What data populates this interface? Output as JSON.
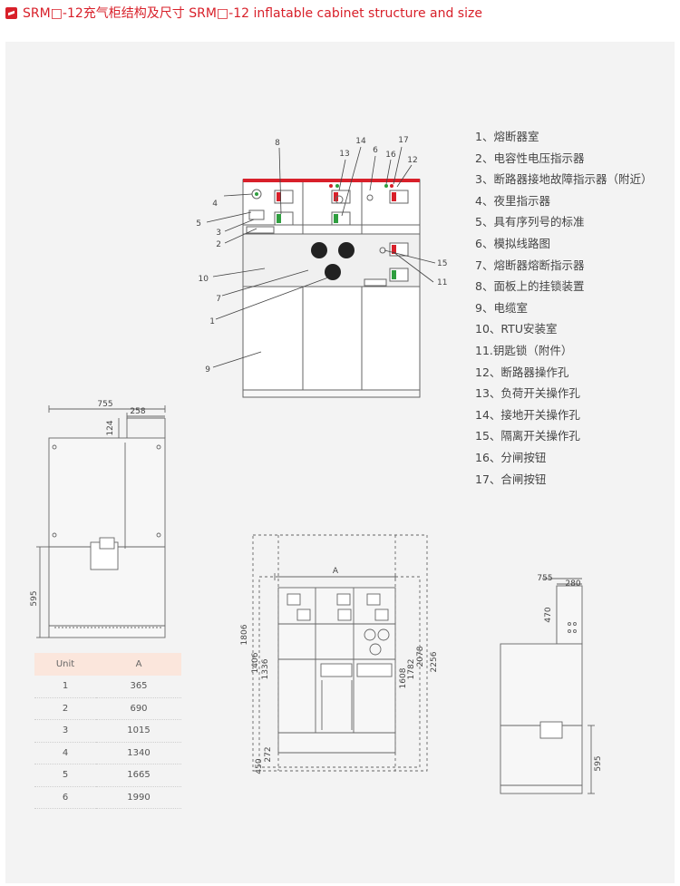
{
  "header": {
    "title": "SRM□-12充气柜结构及尺寸 SRM□-12 inflatable cabinet structure and size"
  },
  "legend": [
    "1、熔断器室",
    "2、电容性电压指示器",
    "3、断路器接地故障指示器（附近）",
    "4、夜里指示器",
    "5、具有序列号的标准",
    "6、模拟线路图",
    "7、熔断器熔断指示器",
    "8、面板上的挂锁装置",
    "9、电缆室",
    "10、RTU安装室",
    "11.钥匙锁（附件）",
    "12、断路器操作孔",
    "13、负荷开关操作孔",
    "14、接地开关操作孔",
    "15、隔离开关操作孔",
    "16、分闸按钮",
    "17、合闸按钮"
  ],
  "front_callouts": {
    "n1": "1",
    "n2": "2",
    "n3": "3",
    "n4": "4",
    "n5": "5",
    "n6": "6",
    "n7": "7",
    "n8": "8",
    "n9": "9",
    "n10": "10",
    "n11": "11",
    "n12": "12",
    "n13": "13",
    "n14": "14",
    "n15": "15",
    "n16": "16",
    "n17": "17"
  },
  "side_left_dims": {
    "width": "755",
    "top_width": "258",
    "top_height": "124",
    "bottom_height": "595"
  },
  "front_dims": {
    "a_label": "A",
    "d1806": "1806",
    "d1406": "1406",
    "d1336": "1336",
    "d450": "450",
    "d272": "272",
    "d1608": "1608",
    "d1782": "1782",
    "d2078": "2078",
    "d2256": "2256"
  },
  "side_right_dims": {
    "width": "755",
    "top_width": "280",
    "top_height": "470",
    "bottom_height": "595"
  },
  "unit_table": {
    "headers": [
      "Unit",
      "A"
    ],
    "rows": [
      [
        "1",
        "365"
      ],
      [
        "2",
        "690"
      ],
      [
        "3",
        "1015"
      ],
      [
        "4",
        "1340"
      ],
      [
        "5",
        "1665"
      ],
      [
        "6",
        "1990"
      ]
    ]
  },
  "colors": {
    "accent": "#d8202a",
    "green": "#2f9e3f",
    "table_header": "#fbe6dc"
  }
}
